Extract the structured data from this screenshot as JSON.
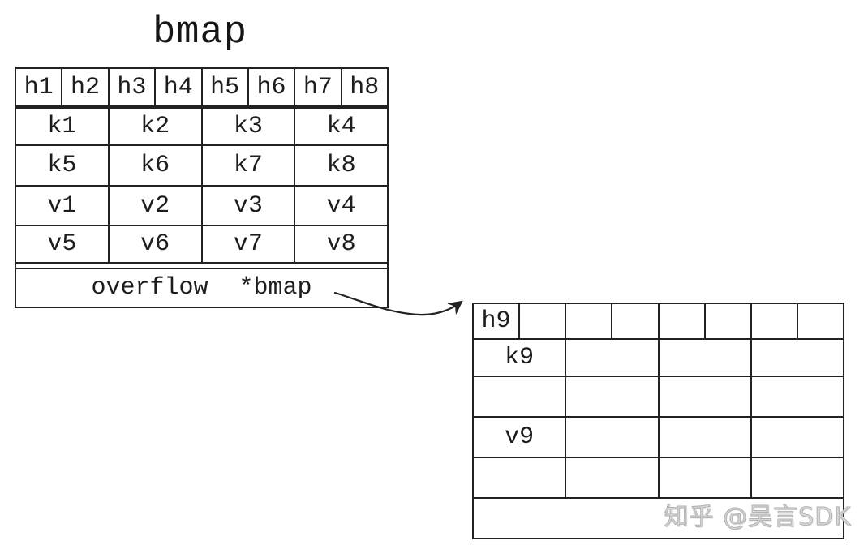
{
  "diagram": {
    "title": "bmap",
    "colors": {
      "line": "#222222",
      "text": "#1d1d1d",
      "watermark": "#c9c9c9",
      "background": "#ffffff"
    },
    "main_bucket": {
      "tophash": [
        "h1",
        "h2",
        "h3",
        "h4",
        "h5",
        "h6",
        "h7",
        "h8"
      ],
      "keys": [
        [
          "k1",
          "k2",
          "k3",
          "k4"
        ],
        [
          "k5",
          "k6",
          "k7",
          "k8"
        ]
      ],
      "values": [
        [
          "v1",
          "v2",
          "v3",
          "v4"
        ],
        [
          "v5",
          "v6",
          "v7",
          "v8"
        ]
      ],
      "overflow": {
        "field": "overflow",
        "value": "*bmap"
      }
    },
    "overflow_bucket": {
      "tophash": [
        "h9",
        "",
        "",
        "",
        "",
        "",
        "",
        ""
      ],
      "keys": [
        [
          "k9",
          "",
          "",
          ""
        ],
        [
          "",
          "",
          "",
          ""
        ]
      ],
      "values": [
        [
          "v9",
          "",
          "",
          ""
        ],
        [
          "",
          "",
          "",
          ""
        ]
      ],
      "overflow": {
        "field": "",
        "value": ""
      }
    },
    "watermark": "知乎 @吴言SDK"
  }
}
